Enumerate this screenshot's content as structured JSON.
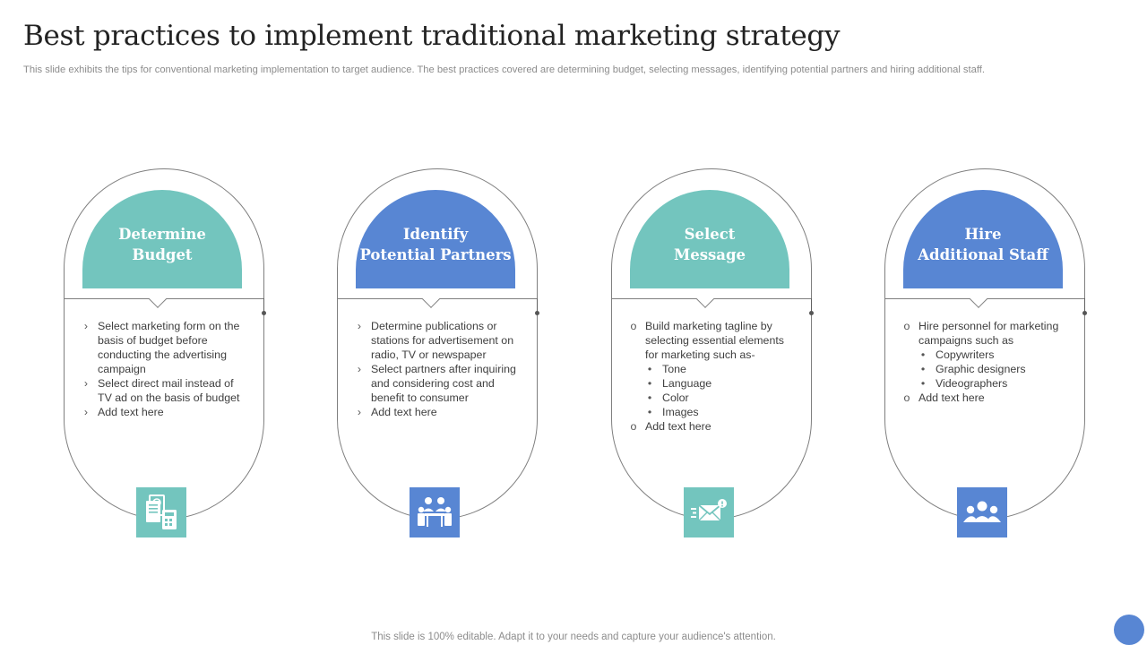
{
  "slide": {
    "title": "Best practices to implement traditional marketing strategy",
    "subtitle": "This slide exhibits the tips for conventional marketing implementation to target audience. The best practices covered are determining budget, selecting messages, identifying potential partners and hiring additional staff.",
    "footer": "This slide is 100% editable. Adapt it to your needs and capture your audience's attention."
  },
  "colors": {
    "teal": "#73c5be",
    "blue": "#5886d3",
    "outline": "#7f7f7f"
  },
  "cards": [
    {
      "heading": "Determine\nBudget",
      "color": "teal",
      "icon": "budget-calculator-icon",
      "items": [
        {
          "marker": "›",
          "text": "Select marketing form on the basis of budget before conducting the advertising campaign"
        },
        {
          "marker": "›",
          "text": "Select direct mail instead of TV ad on the basis of budget"
        },
        {
          "marker": "›",
          "text": "Add text here"
        }
      ]
    },
    {
      "heading": "Identify\nPotential Partners",
      "color": "blue",
      "icon": "meeting-table-icon",
      "items": [
        {
          "marker": "›",
          "text": "Determine publications or stations for advertisement on radio, TV or newspaper"
        },
        {
          "marker": "›",
          "text": "Select partners after inquiring and considering cost and benefit to consumer"
        },
        {
          "marker": "›",
          "text": "Add text here"
        }
      ]
    },
    {
      "heading": "Select\nMessage",
      "color": "teal",
      "icon": "envelope-icon",
      "items": [
        {
          "marker": "o",
          "text": "Build marketing tagline by selecting essential elements for marketing such as-"
        },
        {
          "marker": "•",
          "text": "Tone",
          "sub": true
        },
        {
          "marker": "•",
          "text": "Language",
          "sub": true
        },
        {
          "marker": "•",
          "text": "Color",
          "sub": true
        },
        {
          "marker": "•",
          "text": "Images",
          "sub": true
        },
        {
          "marker": "o",
          "text": "Add text here"
        }
      ]
    },
    {
      "heading": "Hire\nAdditional Staff",
      "color": "blue",
      "icon": "team-group-icon",
      "items": [
        {
          "marker": "o",
          "text": "Hire personnel for marketing campaigns such as"
        },
        {
          "marker": "•",
          "text": "Copywriters",
          "sub": true
        },
        {
          "marker": "•",
          "text": "Graphic designers",
          "sub": true
        },
        {
          "marker": "•",
          "text": "Videographers",
          "sub": true
        },
        {
          "marker": "o",
          "text": "Add text here"
        }
      ]
    }
  ]
}
